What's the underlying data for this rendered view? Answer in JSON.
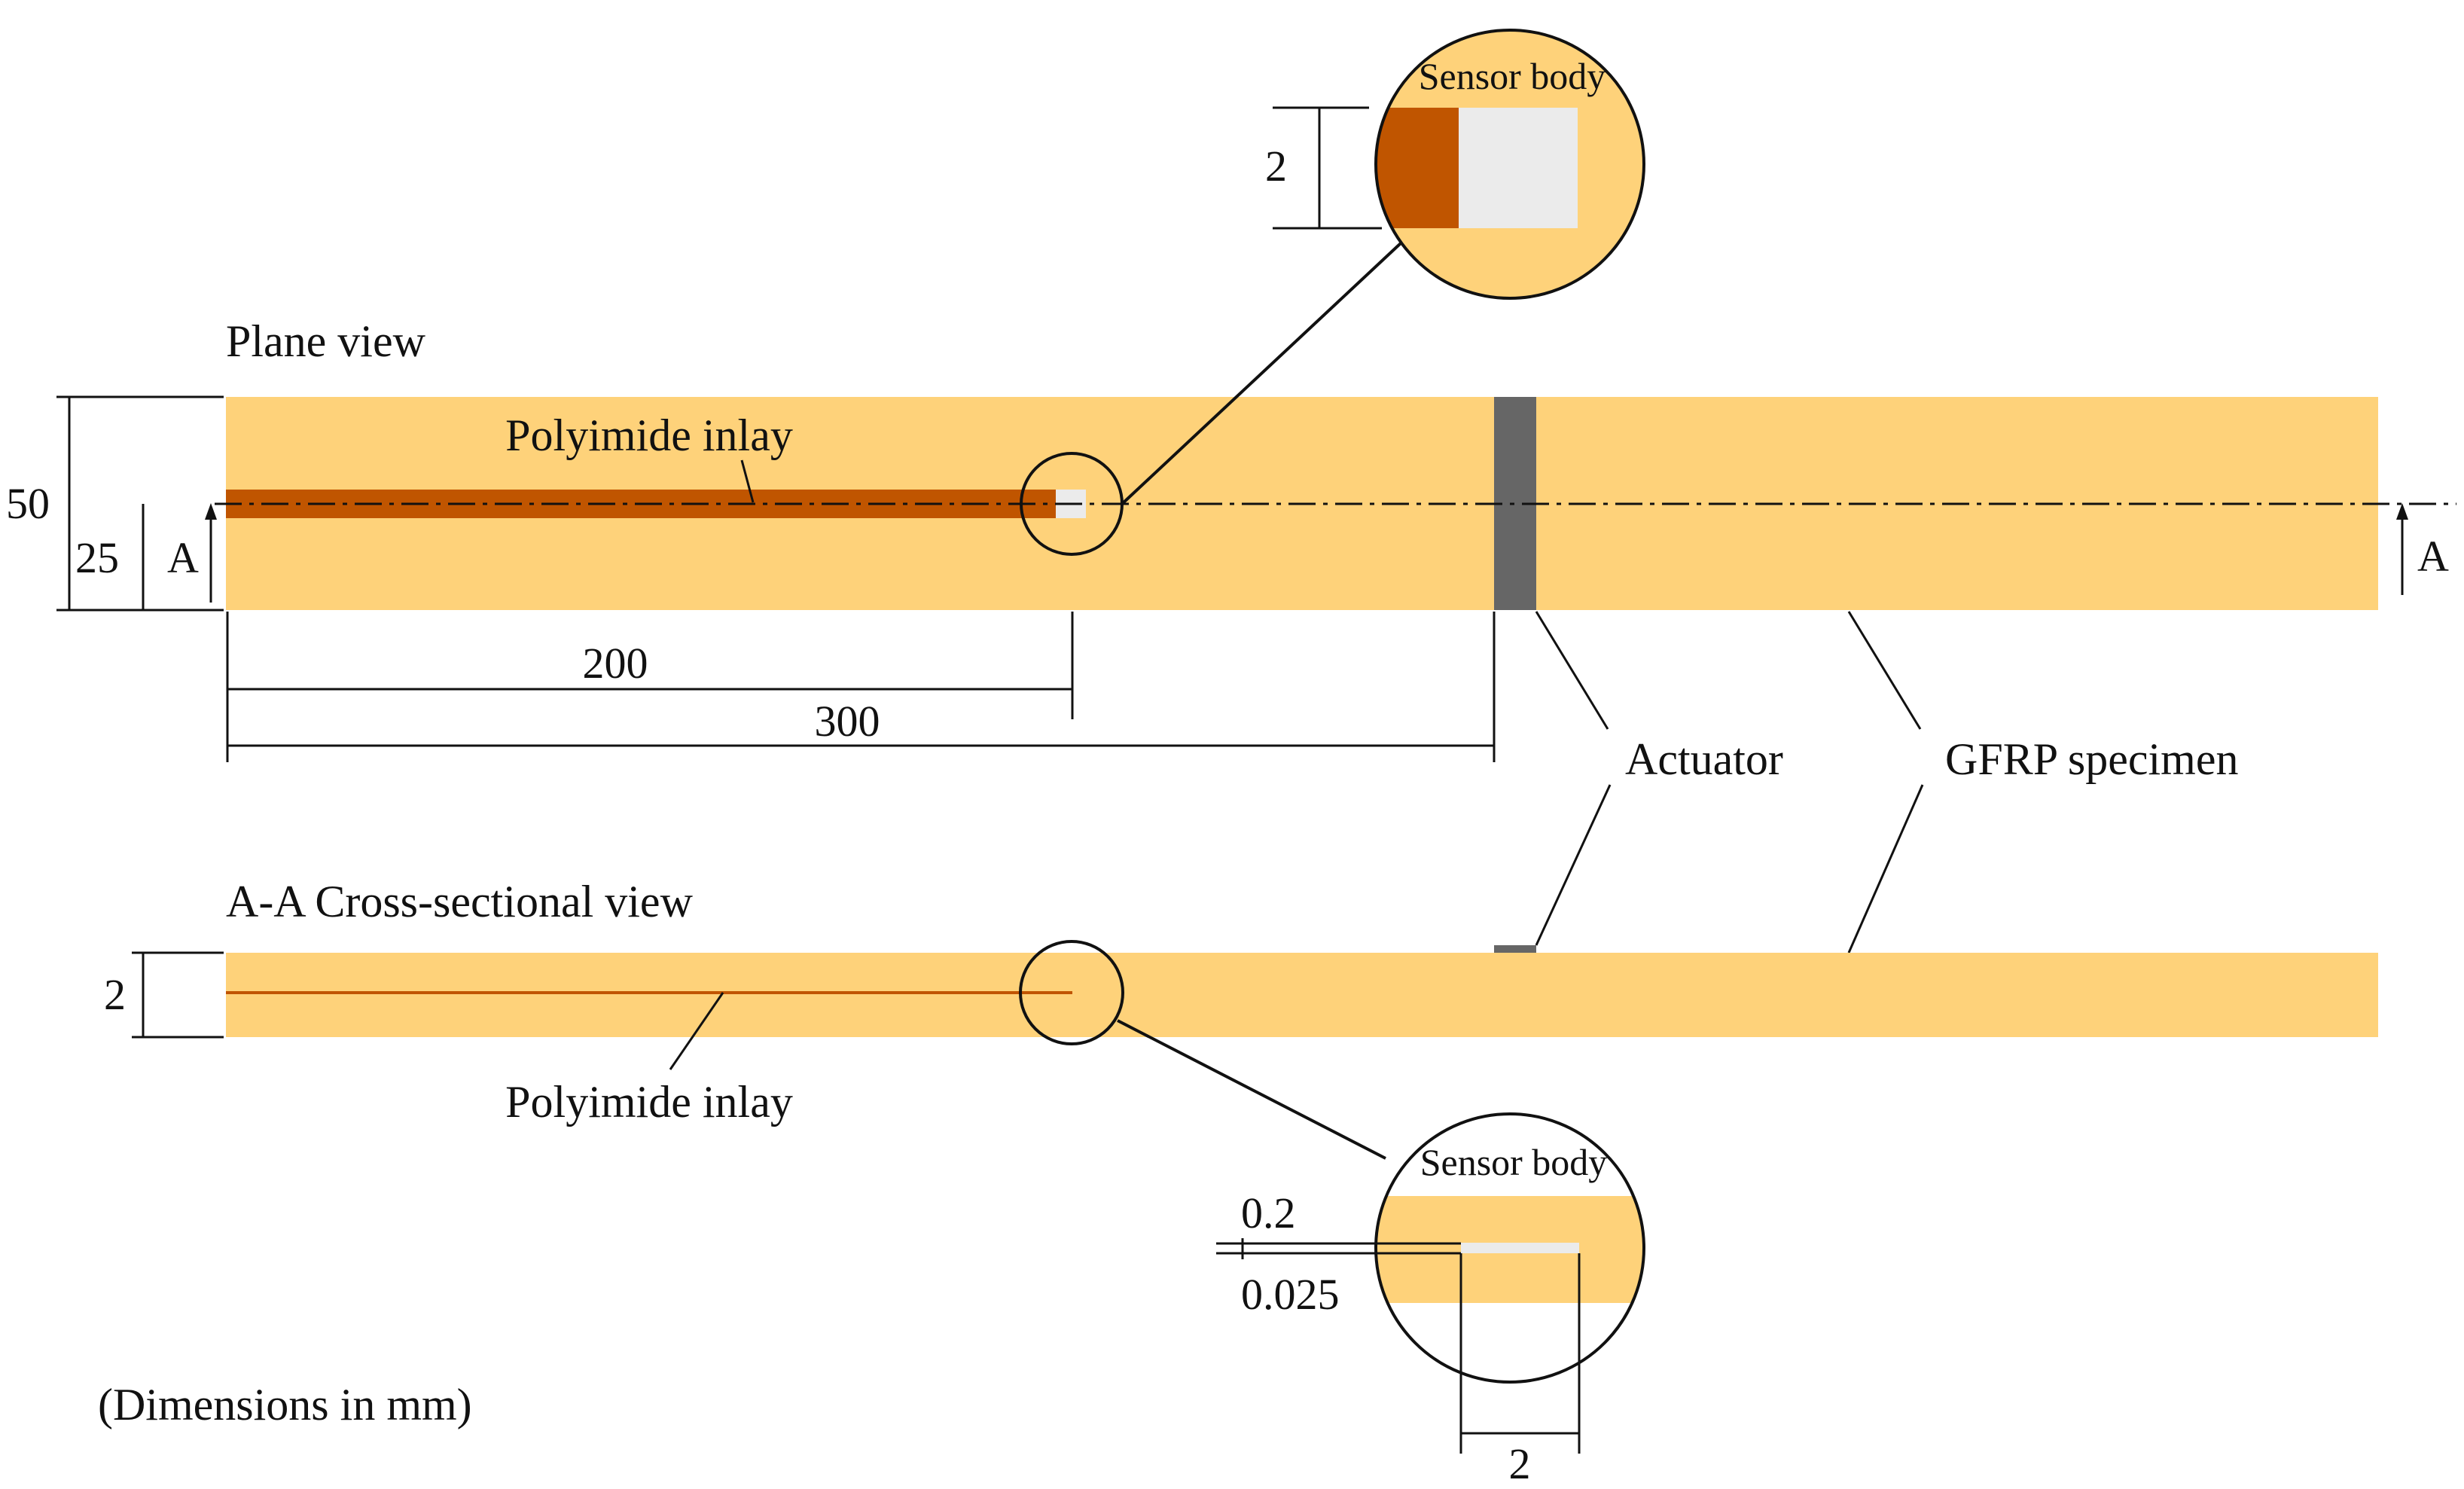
{
  "colors": {
    "specimen": "#FED27A",
    "inlay": "#C05500",
    "sensor": "#EBEBEB",
    "actuator": "#666666",
    "line": "#111111"
  },
  "labels": {
    "plane_view": "Plane view",
    "cross_section": "A-A Cross-sectional view",
    "polyimide_top": "Polyimide inlay",
    "polyimide_bottom": "Polyimide inlay",
    "actuator": "Actuator",
    "gfrp": "GFRP specimen",
    "sensor_body_top": "Sensor body",
    "sensor_body_bottom": "Sensor body",
    "section_left": "A",
    "section_right": "A",
    "units_note": "(Dimensions in mm)"
  },
  "dimensions": {
    "width": "50",
    "half_width": "25",
    "inlay_length": "200",
    "actuator_pos": "300",
    "thickness": "2",
    "zoom_top_width": "2",
    "layer_thickness": "0.2",
    "inlay_thickness": "0.025",
    "zoom_bottom_length": "2"
  }
}
